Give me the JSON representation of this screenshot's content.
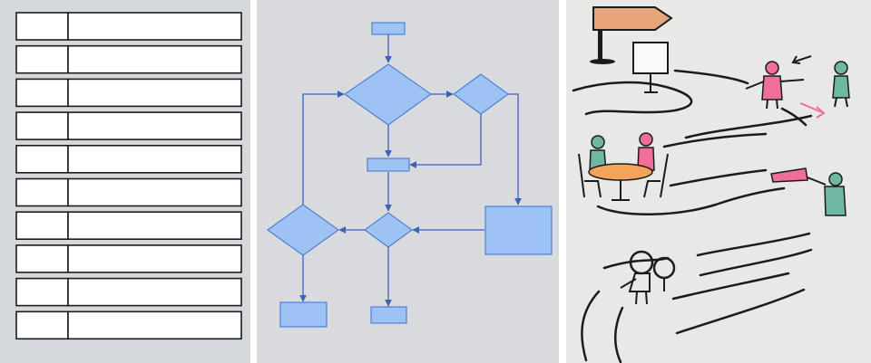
{
  "colors": {
    "table_panel_bg": "#d5d9de",
    "flow_panel_bg": "#d8dadd",
    "sketch_panel_bg": "#e8e9e6",
    "table_cell": "#ffffff",
    "table_border": "#1c1c1c",
    "flow_shape_fill": "#9dc3f5",
    "flow_shape_stroke": "#3b6fd4",
    "flow_line": "#3e61b8",
    "sketch_ink": "#1b1b1b",
    "signpost_wood": "#e8a57a",
    "person_pink": "#ef6e9a",
    "person_teal": "#6fb7a2",
    "table_orange": "#f4a35b"
  },
  "table_panel": {
    "rows": 10,
    "columns": 2
  },
  "flowchart_panel": {
    "shapes": [
      {
        "id": "start-box",
        "kind": "rectangle"
      },
      {
        "id": "decision-1",
        "kind": "diamond"
      },
      {
        "id": "decision-2",
        "kind": "diamond"
      },
      {
        "id": "process-box",
        "kind": "rectangle"
      },
      {
        "id": "decision-3",
        "kind": "diamond"
      },
      {
        "id": "decision-4",
        "kind": "diamond"
      },
      {
        "id": "large-box",
        "kind": "rectangle"
      },
      {
        "id": "end-box-left",
        "kind": "rectangle"
      },
      {
        "id": "end-box-center",
        "kind": "rectangle"
      }
    ]
  },
  "sketch_panel": {
    "elements": [
      "signpost",
      "flipchart",
      "winding-path",
      "presenter",
      "listener",
      "meeting-table",
      "two-seated-people",
      "telescope-viewer",
      "magnifying-glass-presenter"
    ]
  }
}
